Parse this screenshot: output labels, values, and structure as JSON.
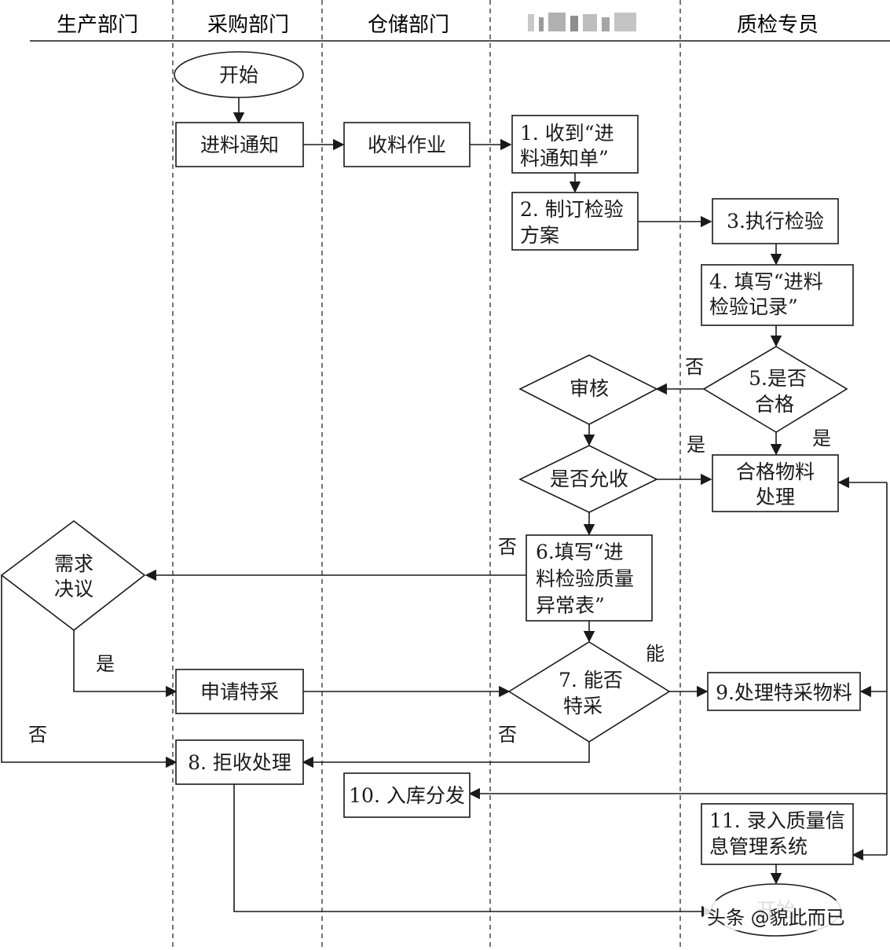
{
  "lanes": [
    "生产部门",
    "采购部门",
    "仓储部门",
    "",
    "质检专员"
  ],
  "nodes": {
    "start": [
      "开始"
    ],
    "inbound_notice": [
      "进料通知"
    ],
    "receiving": [
      "收料作业"
    ],
    "step1": [
      "1. 收到“进",
      "料通知单”"
    ],
    "step2": [
      "2. 制订检验",
      "方案"
    ],
    "step3": [
      "3.执行检验"
    ],
    "step4": [
      "4. 填写“进料",
      "检验记录”"
    ],
    "step5": [
      "5.是否",
      "合格"
    ],
    "review": [
      "审核"
    ],
    "allow_accept": [
      "是否允收"
    ],
    "qualified": [
      "合格物料",
      "处理"
    ],
    "step6": [
      "6.填写“进",
      "料检验质量",
      "异常表”"
    ],
    "demand": [
      "需求",
      "决议"
    ],
    "special_apply": [
      "申请特采"
    ],
    "step7": [
      "7. 能否",
      "特采"
    ],
    "step9": [
      "9.处理特采物料"
    ],
    "step8": [
      "8. 拒收处理"
    ],
    "step10": [
      "10. 入库分发"
    ],
    "step11": [
      "11. 录入质量信",
      "息管理系统"
    ],
    "end": [
      "开始"
    ]
  },
  "edge_labels": {
    "no_5": "否",
    "yes_5": "是",
    "yes_allow": "是",
    "no_allow": "否",
    "yes_demand": "是",
    "no_demand": "否",
    "can_7": "能",
    "no_7": "否"
  },
  "watermark": "头条 @貌此而已",
  "colors": {
    "line": "#1a1a1a",
    "background": "#ffffff"
  }
}
